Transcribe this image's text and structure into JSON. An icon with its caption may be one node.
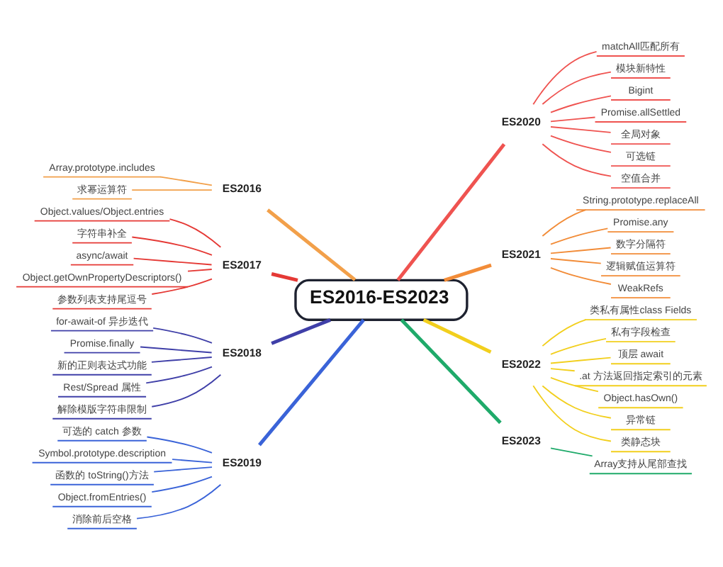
{
  "diagram": {
    "nodes": [
      {
        "text": [
          "ES2016-ES2023"
        ]
      },
      {
        "text": [
          "ES2016"
        ]
      },
      {
        "text": [
          "Array.prototype.includes"
        ]
      },
      {
        "text": [
          "求幂运算符"
        ]
      },
      {
        "text": [
          "ES2017"
        ]
      },
      {
        "text": [
          "Object.values/Object.entries"
        ]
      },
      {
        "text": [
          "字符串补全"
        ]
      },
      {
        "text": [
          "async/await"
        ]
      },
      {
        "text": [
          "Object.getOwnPropertyDescriptors()"
        ]
      },
      {
        "text": [
          "参数列表支持尾逗号"
        ]
      },
      {
        "text": [
          "ES2018"
        ]
      },
      {
        "text": [
          "for-await-of 异步迭代"
        ]
      },
      {
        "text": [
          "Promise.finally"
        ]
      },
      {
        "text": [
          "新的正则表达式功能"
        ]
      },
      {
        "text": [
          "Rest/Spread 属性"
        ]
      },
      {
        "text": [
          "解除模版字符串限制"
        ]
      },
      {
        "text": [
          "ES2019"
        ]
      },
      {
        "text": [
          "可选的 catch 参数"
        ]
      },
      {
        "text": [
          "Symbol.prototype.description"
        ]
      },
      {
        "text": [
          "函数的 toString()方法"
        ]
      },
      {
        "text": [
          "Object.fromEntries()"
        ]
      },
      {
        "text": [
          "消除前后空格"
        ]
      },
      {
        "text": [
          "ES2020"
        ]
      },
      {
        "text": [
          "matchAll匹配所有"
        ]
      },
      {
        "text": [
          "模块新特性"
        ]
      },
      {
        "text": [
          "Bigint"
        ]
      },
      {
        "text": [
          "Promise.allSettled"
        ]
      },
      {
        "text": [
          "全局对象"
        ]
      },
      {
        "text": [
          "可选链"
        ]
      },
      {
        "text": [
          "空值合并"
        ]
      },
      {
        "text": [
          "ES2021"
        ]
      },
      {
        "text": [
          "String.prototype.replaceAll"
        ]
      },
      {
        "text": [
          "Promise.any"
        ]
      },
      {
        "text": [
          "数字分隔符"
        ]
      },
      {
        "text": [
          "逻辑赋值运算符"
        ]
      },
      {
        "text": [
          "WeakRefs"
        ]
      },
      {
        "text": [
          "ES2022"
        ]
      },
      {
        "text": [
          "类私有属性class Fields"
        ]
      },
      {
        "text": [
          "私有字段检查"
        ]
      },
      {
        "text": [
          "顶层 await"
        ]
      },
      {
        "text": [
          ".at 方法返回指定索引的元素"
        ]
      },
      {
        "text": [
          "Object.hasOwn()"
        ]
      },
      {
        "text": [
          "异常链"
        ]
      },
      {
        "text": [
          "类静态块"
        ]
      },
      {
        "text": [
          "ES2023"
        ]
      },
      {
        "text": [
          "Array支持从尾部查找"
        ]
      }
    ],
    "edges": [
      {
        "from": 1,
        "to": 0,
        "arrow": "none",
        "style": "thick",
        "color": "#f2a04a"
      },
      {
        "from": 2,
        "to": 1,
        "arrow": "none",
        "color": "#f2a04a"
      },
      {
        "from": 3,
        "to": 1,
        "arrow": "none",
        "color": "#f2a04a"
      },
      {
        "from": 4,
        "to": 0,
        "arrow": "none",
        "style": "thick",
        "color": "#e53935"
      },
      {
        "from": 5,
        "to": 4,
        "arrow": "none",
        "color": "#e53935"
      },
      {
        "from": 6,
        "to": 4,
        "arrow": "none",
        "color": "#e53935"
      },
      {
        "from": 7,
        "to": 4,
        "arrow": "none",
        "color": "#e53935"
      },
      {
        "from": 8,
        "to": 4,
        "arrow": "none",
        "color": "#e53935"
      },
      {
        "from": 9,
        "to": 4,
        "arrow": "none",
        "color": "#e53935"
      },
      {
        "from": 10,
        "to": 0,
        "arrow": "none",
        "style": "thick",
        "color": "#3f3fa8"
      },
      {
        "from": 11,
        "to": 10,
        "arrow": "none",
        "color": "#3f3fa8"
      },
      {
        "from": 12,
        "to": 10,
        "arrow": "none",
        "color": "#3f3fa8"
      },
      {
        "from": 13,
        "to": 10,
        "arrow": "none",
        "color": "#3f3fa8"
      },
      {
        "from": 14,
        "to": 10,
        "arrow": "none",
        "color": "#3f3fa8"
      },
      {
        "from": 15,
        "to": 10,
        "arrow": "none",
        "color": "#3f3fa8"
      },
      {
        "from": 16,
        "to": 0,
        "arrow": "none",
        "style": "thick",
        "color": "#3a63d8"
      },
      {
        "from": 17,
        "to": 16,
        "arrow": "none",
        "color": "#3a63d8"
      },
      {
        "from": 18,
        "to": 16,
        "arrow": "none",
        "color": "#3a63d8"
      },
      {
        "from": 19,
        "to": 16,
        "arrow": "none",
        "color": "#3a63d8"
      },
      {
        "from": 20,
        "to": 16,
        "arrow": "none",
        "color": "#3a63d8"
      },
      {
        "from": 21,
        "to": 16,
        "arrow": "none",
        "color": "#3a63d8"
      },
      {
        "from": 0,
        "to": 22,
        "arrow": "none",
        "style": "thick",
        "color": "#ef5350"
      },
      {
        "from": 22,
        "to": 23,
        "arrow": "none",
        "color": "#ef5350"
      },
      {
        "from": 22,
        "to": 24,
        "arrow": "none",
        "color": "#ef5350"
      },
      {
        "from": 22,
        "to": 25,
        "arrow": "none",
        "color": "#ef5350"
      },
      {
        "from": 22,
        "to": 26,
        "arrow": "none",
        "color": "#ef5350"
      },
      {
        "from": 22,
        "to": 27,
        "arrow": "none",
        "color": "#ef5350"
      },
      {
        "from": 22,
        "to": 28,
        "arrow": "none",
        "color": "#ef5350"
      },
      {
        "from": 22,
        "to": 29,
        "arrow": "none",
        "color": "#ef5350"
      },
      {
        "from": 0,
        "to": 30,
        "arrow": "none",
        "style": "thick",
        "color": "#f28c38"
      },
      {
        "from": 30,
        "to": 31,
        "arrow": "none",
        "color": "#f28c38"
      },
      {
        "from": 30,
        "to": 32,
        "arrow": "none",
        "color": "#f28c38"
      },
      {
        "from": 30,
        "to": 33,
        "arrow": "none",
        "color": "#f28c38"
      },
      {
        "from": 30,
        "to": 34,
        "arrow": "none",
        "color": "#f28c38"
      },
      {
        "from": 30,
        "to": 35,
        "arrow": "none",
        "color": "#f28c38"
      },
      {
        "from": 0,
        "to": 36,
        "arrow": "none",
        "style": "thick",
        "color": "#f2cf1d"
      },
      {
        "from": 36,
        "to": 37,
        "arrow": "none",
        "color": "#f2cf1d"
      },
      {
        "from": 36,
        "to": 38,
        "arrow": "none",
        "color": "#f2cf1d"
      },
      {
        "from": 36,
        "to": 39,
        "arrow": "none",
        "color": "#f2cf1d"
      },
      {
        "from": 36,
        "to": 40,
        "arrow": "none",
        "color": "#f2cf1d"
      },
      {
        "from": 36,
        "to": 41,
        "arrow": "none",
        "color": "#f2cf1d"
      },
      {
        "from": 36,
        "to": 42,
        "arrow": "none",
        "color": "#f2cf1d"
      },
      {
        "from": 36,
        "to": 43,
        "arrow": "none",
        "color": "#f2cf1d"
      },
      {
        "from": 0,
        "to": 44,
        "arrow": "none",
        "style": "thick",
        "color": "#1faa6a"
      },
      {
        "from": 44,
        "to": 45,
        "arrow": "none",
        "color": "#1faa6a"
      }
    ]
  }
}
